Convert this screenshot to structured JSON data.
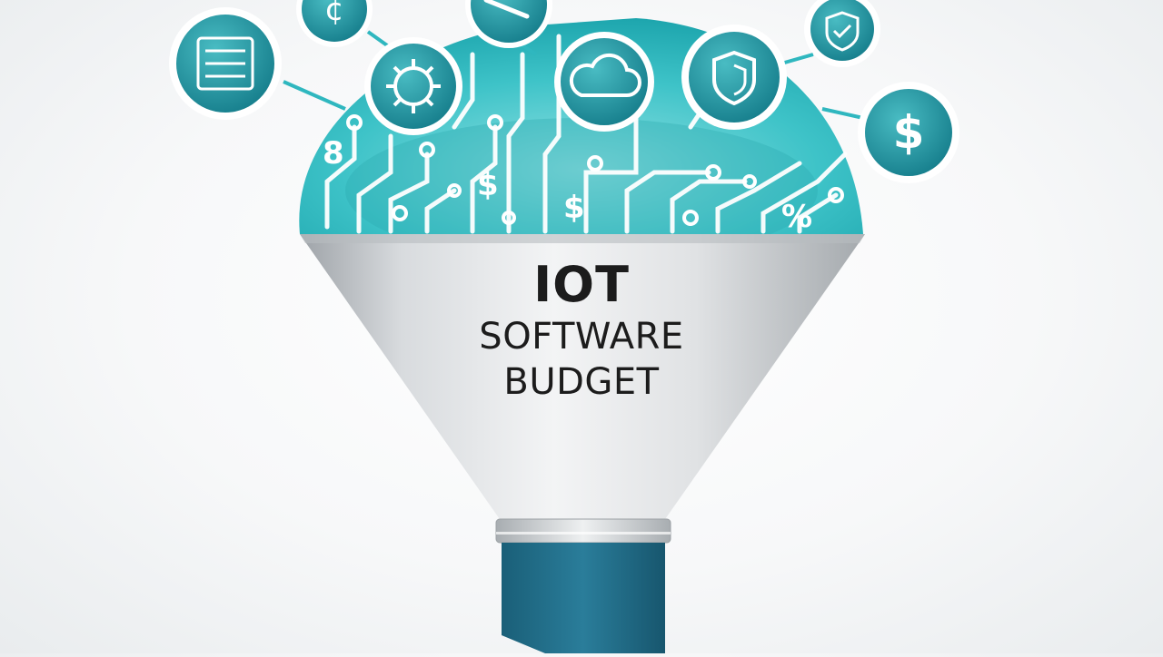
{
  "title": {
    "line1": "IOT",
    "line2": "SOFTWARE",
    "line3": "BUDGET"
  },
  "icons": [
    {
      "name": "code-chip-icon"
    },
    {
      "name": "currency-icon"
    },
    {
      "name": "pencil-icon"
    },
    {
      "name": "gear-bug-icon"
    },
    {
      "name": "cloud-icon"
    },
    {
      "name": "shield-icon"
    },
    {
      "name": "shield-check-icon"
    },
    {
      "name": "dollar-icon"
    }
  ],
  "colors": {
    "teal": "#2fb7bf",
    "teal_light": "#7fd9dc",
    "navy_teal": "#1f6b86",
    "funnel_silver": "#c9cdd1",
    "text": "#1c1c1c"
  }
}
